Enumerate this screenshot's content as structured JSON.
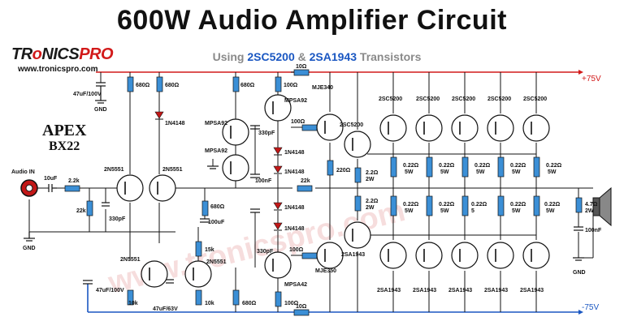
{
  "header": {
    "title": "600W Audio Amplifier Circuit",
    "subtitle_prefix": "Using ",
    "subtitle_t1": "2SC5200",
    "subtitle_amp": " & ",
    "subtitle_t2": "2SA1943",
    "subtitle_suffix": " Transistors"
  },
  "brand": {
    "name_a": "TR",
    "name_b": "NICS",
    "name_c": "PRO",
    "site": "www.tronicspro.com",
    "watermark": "www.tronicspro.com"
  },
  "model": {
    "line1": "APEX",
    "line2": "BX22"
  },
  "rails": {
    "pos": "+75V",
    "neg": "-75V"
  },
  "io": {
    "input": "Audio IN",
    "gnd": "GND"
  },
  "labels": {
    "c_in_supply": "47uF/100V",
    "r680a": "680Ω",
    "r680b": "680Ω",
    "r680c": "680Ω",
    "r100a": "100Ω",
    "r10a": "10Ω",
    "mpsa92a": "MPSA92",
    "mpsa92b": "MPSA92",
    "mpsa92c": "MPSA92",
    "d1n4148a": "1N4148",
    "d1n4148b": "1N4148",
    "d1n4148c": "1N4148",
    "d1n4148d": "1N4148",
    "d1n4148e": "1N4148",
    "c330a": "330pF",
    "c330b": "330pF",
    "c330c": "330pF",
    "c100n": "100nF",
    "c100na": "100nF",
    "c10u": "10uF",
    "r2k2": "2.2k",
    "r22k": "22k",
    "r22k_b": "22k",
    "q2n5551a": "2N5551",
    "q2n5551b": "2N5551",
    "q2n5551c": "2N5551",
    "q2n5551d": "2N5551",
    "r680d": "680Ω",
    "c100u": "100uF",
    "r15k": "15k",
    "r10k_a": "10k",
    "r10k_b": "10k",
    "c47u63": "47uF/63V",
    "c47u100b": "47uF/100V",
    "r680e": "680Ω",
    "r100b": "100Ω",
    "r100c": "100Ω",
    "r100d": "100Ω",
    "r10b": "10Ω",
    "mje340": "MJE340",
    "mje350": "MJE350",
    "mpsa42": "MPSA42",
    "d2sc5200": "2SC5200",
    "d2sa1943": "2SA1943",
    "r220": "220Ω",
    "r22a": "2.2Ω",
    "r22a_w": "2W",
    "r22b": "2.2Ω",
    "r22b_w": "2W",
    "out_top": [
      "2SC5200",
      "2SC5200",
      "2SC5200",
      "2SC5200",
      "2SC5200"
    ],
    "out_bot": [
      "2SA1943",
      "2SA1943",
      "2SA1943",
      "2SA1943",
      "2SA1943"
    ],
    "emit_r": "0.22Ω",
    "emit_w": "5W",
    "emit_w_alt": "5",
    "zobel_r": "4.7Ω",
    "zobel_w": "2W",
    "zobel_c": "100nF"
  },
  "colors": {
    "pos_rail": "#d21a1a",
    "neg_rail": "#1a57c2",
    "resistor": "#3b8fd6",
    "wire": "#111111"
  }
}
